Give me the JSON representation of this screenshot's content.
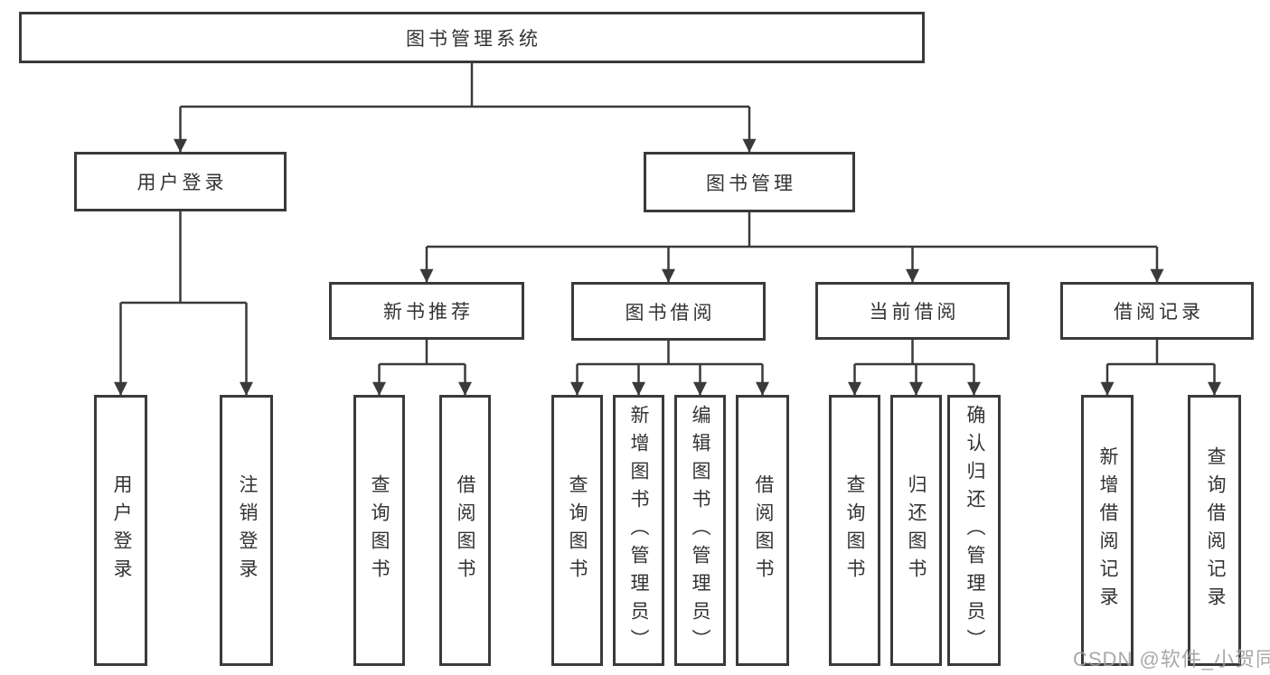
{
  "tree": {
    "root": "图书管理系统",
    "children": [
      {
        "label": "用户登录",
        "children": [
          "用户登录",
          "注销登录"
        ]
      },
      {
        "label": "图书管理",
        "children": [
          {
            "label": "新书推荐",
            "children": [
              "查询图书",
              "借阅图书"
            ]
          },
          {
            "label": "图书借阅",
            "children": [
              "查询图书",
              "新增图书（管理员）",
              "编辑图书（管理员）",
              "借阅图书"
            ]
          },
          {
            "label": "当前借阅",
            "children": [
              "查询图书",
              "归还图书",
              "确认归还（管理员）"
            ]
          },
          {
            "label": "借阅记录",
            "children": [
              "新增借阅记录",
              "查询借阅记录"
            ]
          }
        ]
      }
    ]
  },
  "watermark": {
    "text": "CSDN @软件_小贺同学",
    "color": "#a0a0a0"
  },
  "colors": {
    "line": "#3a3a3a",
    "box_border": "#3a3a3a",
    "box_fill": "#ffffff",
    "text": "#333333"
  }
}
